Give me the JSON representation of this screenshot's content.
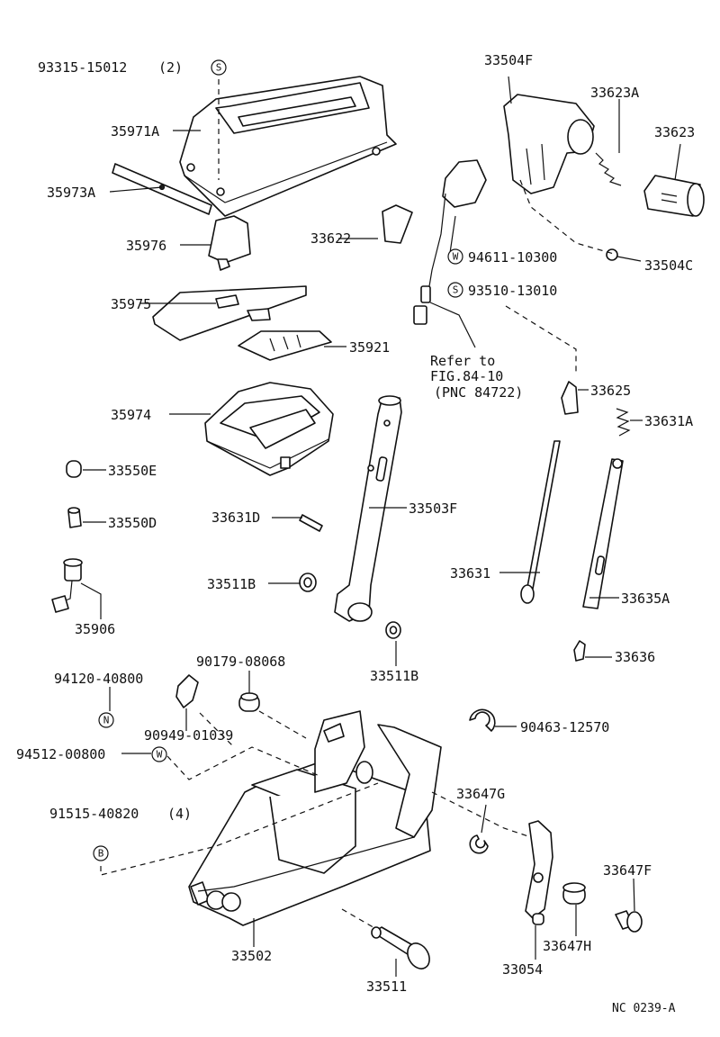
{
  "labels": {
    "l_93315": "93315-15012",
    "l_93315_qty": "(2)",
    "l_35971a": "35971A",
    "l_35973a": "35973A",
    "l_35976": "35976",
    "l_35975": "35975",
    "l_35921": "35921",
    "l_35974": "35974",
    "l_33550e": "33550E",
    "l_33550d": "33550D",
    "l_35906": "35906",
    "l_94120": "94120-40800",
    "l_90179": "90179-08068",
    "l_90949": "90949-01039",
    "l_94512": "94512-00800",
    "l_91515": "91515-40820",
    "l_91515_qty": "(4)",
    "l_33502": "33502",
    "l_33511": "33511",
    "l_33511b_a": "33511B",
    "l_33511b_b": "33511B",
    "l_33631d": "33631D",
    "l_33503f": "33503F",
    "l_33622": "33622",
    "l_94611": "94611-10300",
    "l_93510": "93510-13010",
    "l_refer1": "Refer to",
    "l_refer2": "FIG.84-10",
    "l_refer3": "(PNC 84722)",
    "l_33504f": "33504F",
    "l_33623a": "33623A",
    "l_33623": "33623",
    "l_33504c": "33504C",
    "l_33625": "33625",
    "l_33631a": "33631A",
    "l_33631": "33631",
    "l_33635a": "33635A",
    "l_33636": "33636",
    "l_90463": "90463-12570",
    "l_33647g": "33647G",
    "l_33647f": "33647F",
    "l_33647h": "33647H",
    "l_33054": "33054",
    "l_code": "NC 0239-A"
  },
  "markers": {
    "m_s1": "S",
    "m_w1": "W",
    "m_s2": "S",
    "m_n": "N",
    "m_w2": "W",
    "m_b": "B"
  }
}
